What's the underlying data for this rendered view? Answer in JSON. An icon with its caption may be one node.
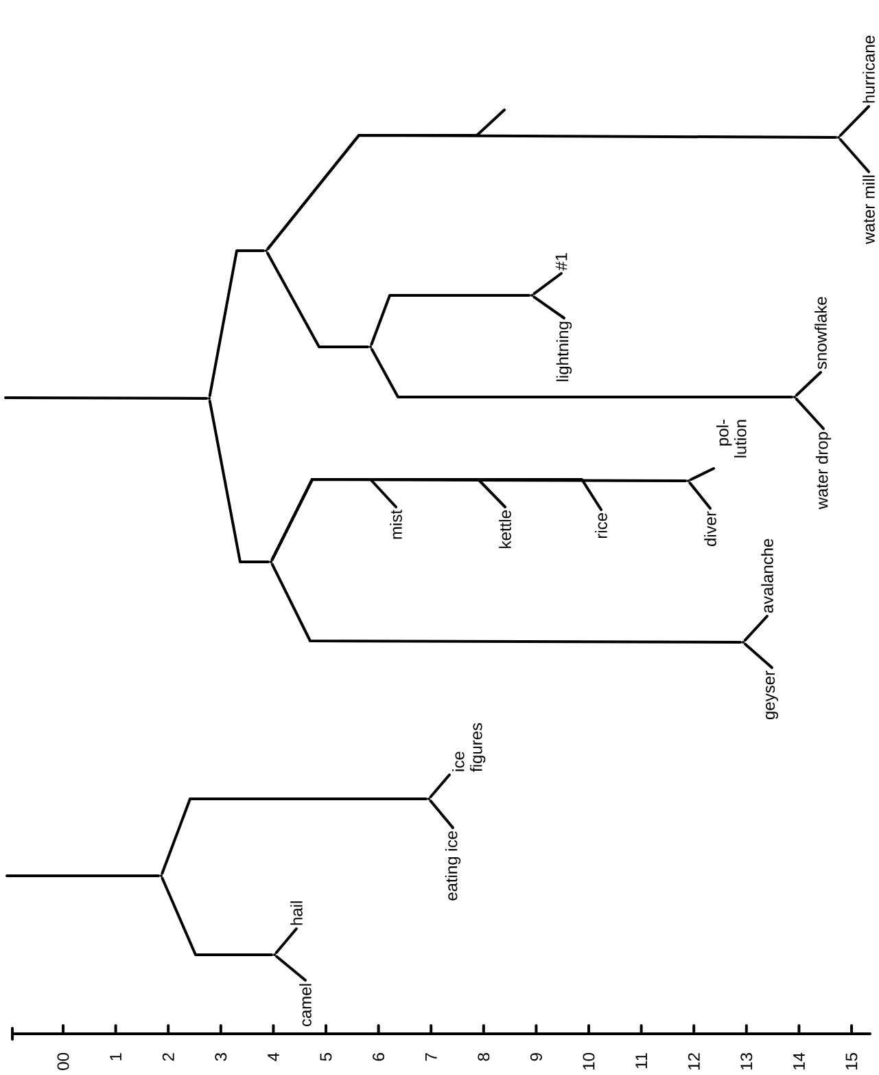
{
  "diagram": {
    "nodes": [
      {
        "text": [],
        "shape": "point"
      },
      {
        "text": [],
        "shape": "point"
      },
      {
        "text": [],
        "shape": "point"
      },
      {
        "text": [
          "hurricane"
        ]
      },
      {
        "text": [
          "water mill"
        ]
      },
      {
        "text": [],
        "shape": "point"
      },
      {
        "text": [],
        "shape": "point"
      },
      {
        "text": [
          "#1"
        ]
      },
      {
        "text": [
          "lightning"
        ]
      },
      {
        "text": [],
        "shape": "point"
      },
      {
        "text": [
          "snowflake"
        ]
      },
      {
        "text": [
          "water drop"
        ]
      },
      {
        "text": [],
        "shape": "point"
      },
      {
        "text": [],
        "shape": "point"
      },
      {
        "text": [
          "pol- lution"
        ]
      },
      {
        "text": [
          "diver"
        ]
      },
      {
        "text": [
          "mist"
        ]
      },
      {
        "text": [
          "kettle"
        ]
      },
      {
        "text": [
          "rice"
        ]
      },
      {
        "text": [],
        "shape": "point"
      },
      {
        "text": [
          "avalanche"
        ]
      },
      {
        "text": [
          "geyser"
        ]
      },
      {
        "text": [],
        "shape": "point"
      },
      {
        "text": [],
        "shape": "point"
      },
      {
        "text": [
          "ice figures"
        ]
      },
      {
        "text": [
          "eating ice"
        ]
      },
      {
        "text": [],
        "shape": "point"
      },
      {
        "text": [
          "hail"
        ]
      },
      {
        "text": [
          "camel"
        ]
      }
    ],
    "edges": [
      {
        "from": null,
        "to": 0,
        "arrow": "none"
      },
      {
        "from": 0,
        "to": 1,
        "arrow": "none"
      },
      {
        "from": 1,
        "to": 2,
        "arrow": "none"
      },
      {
        "from": 2,
        "to": 3,
        "arrow": "none"
      },
      {
        "from": 2,
        "to": 4,
        "arrow": "none"
      },
      {
        "from": 1,
        "to": null,
        "arrow": "none"
      },
      {
        "from": 1,
        "to": 5,
        "arrow": "none"
      },
      {
        "from": 5,
        "to": 6,
        "arrow": "none"
      },
      {
        "from": 6,
        "to": 7,
        "arrow": "none"
      },
      {
        "from": 6,
        "to": 8,
        "arrow": "none"
      },
      {
        "from": 5,
        "to": 9,
        "arrow": "none"
      },
      {
        "from": 9,
        "to": 10,
        "arrow": "none"
      },
      {
        "from": 9,
        "to": 11,
        "arrow": "none"
      },
      {
        "from": 0,
        "to": 12,
        "arrow": "none"
      },
      {
        "from": 12,
        "to": 13,
        "arrow": "none"
      },
      {
        "from": 13,
        "to": 14,
        "arrow": "none"
      },
      {
        "from": 13,
        "to": 15,
        "arrow": "none"
      },
      {
        "from": 12,
        "to": 16,
        "arrow": "none"
      },
      {
        "from": 12,
        "to": 17,
        "arrow": "none"
      },
      {
        "from": 12,
        "to": 18,
        "arrow": "none"
      },
      {
        "from": 12,
        "to": 19,
        "arrow": "none"
      },
      {
        "from": 19,
        "to": 20,
        "arrow": "none"
      },
      {
        "from": 19,
        "to": 21,
        "arrow": "none"
      },
      {
        "from": null,
        "to": 22,
        "arrow": "none"
      },
      {
        "from": 22,
        "to": 23,
        "arrow": "none"
      },
      {
        "from": 23,
        "to": 24,
        "arrow": "none"
      },
      {
        "from": 23,
        "to": 25,
        "arrow": "none"
      },
      {
        "from": 22,
        "to": 26,
        "arrow": "none"
      },
      {
        "from": 26,
        "to": 27,
        "arrow": "none"
      },
      {
        "from": 26,
        "to": 28,
        "arrow": "none"
      }
    ],
    "labels": [
      "00",
      "1",
      "2",
      "3",
      "4",
      "5",
      "6",
      "7",
      "8",
      "9",
      "10",
      "11",
      "12",
      "13",
      "14",
      "15"
    ]
  }
}
